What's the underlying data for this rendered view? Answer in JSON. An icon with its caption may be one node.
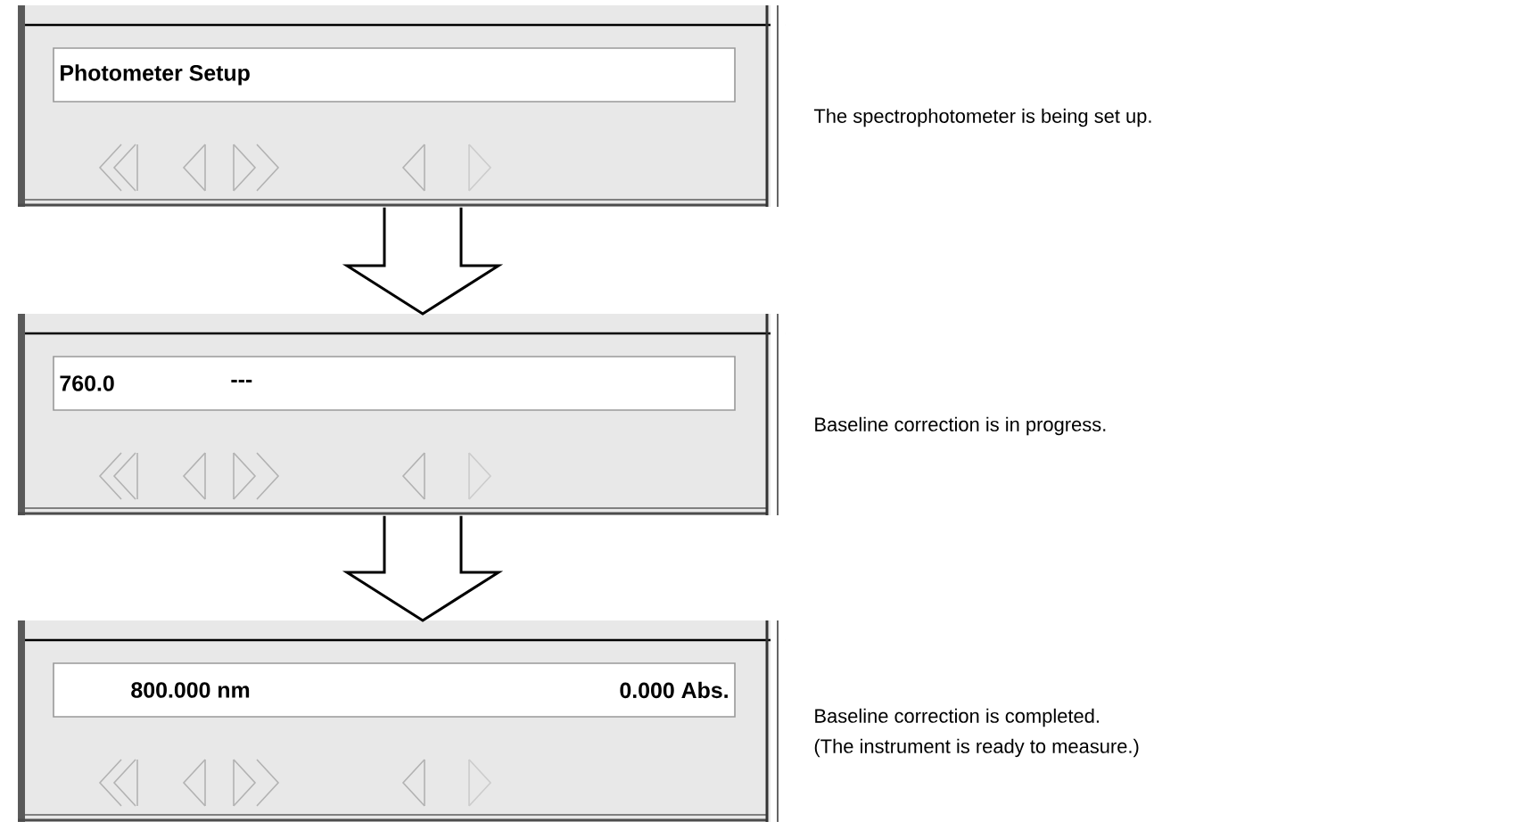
{
  "diagram": {
    "nodes": [
      {
        "text": [
          "Photometer Setup"
        ],
        "beside": [
          "The spectrophotometer is being set up."
        ]
      },
      {
        "text": [
          "760.0",
          "---"
        ],
        "beside": [
          "Baseline correction is in progress."
        ]
      },
      {
        "text": [
          "800.000 nm",
          "0.000 Abs."
        ],
        "beside": [
          "Baseline correction is completed.",
          "(The instrument is ready to measure.)"
        ]
      }
    ],
    "edges": [
      {
        "from": 0,
        "to": 1,
        "arrow": "to"
      },
      {
        "from": 1,
        "to": 2,
        "arrow": "to"
      }
    ]
  }
}
